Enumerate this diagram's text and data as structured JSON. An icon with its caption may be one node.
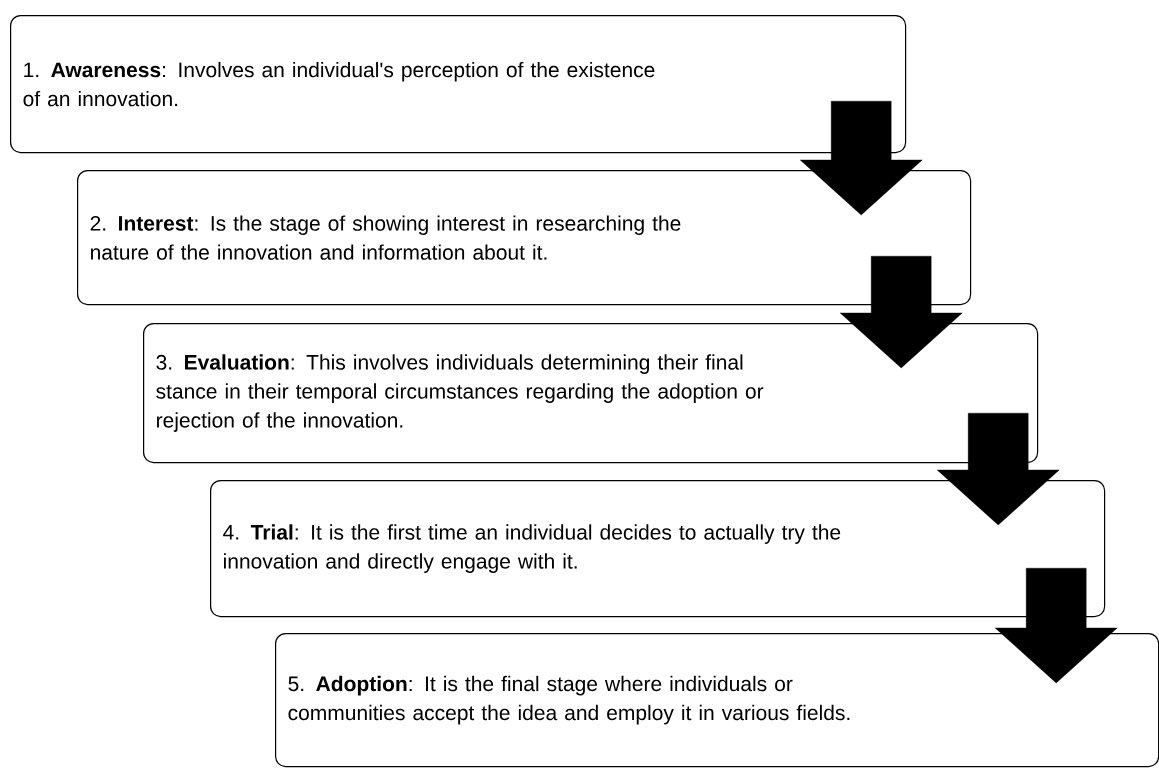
{
  "diagram": {
    "nodes": [
      {
        "text": [
          "1. **Awareness**: Involves an individual's perception of the existence of an innovation."
        ]
      },
      {
        "text": [
          "2. **Interest**: Is the stage of showing interest in researching the nature of the innovation and information about it."
        ]
      },
      {
        "text": [
          "3. **Evaluation**: This involves individuals determining their final stance in their temporal circumstances regarding the adoption or rejection of the innovation."
        ]
      },
      {
        "text": [
          "4. **Trial**: It is the first time an individual decides to actually try the innovation and directly engage with it."
        ]
      },
      {
        "text": [
          "5. **Adoption**: It is the final stage where individuals or communities accept the idea and employ it in various fields."
        ]
      }
    ],
    "edges": [
      {
        "from": 0,
        "to": 1,
        "arrow": "to"
      },
      {
        "from": 1,
        "to": 2,
        "arrow": "to"
      },
      {
        "from": 2,
        "to": 3,
        "arrow": "to"
      },
      {
        "from": 3,
        "to": 4,
        "arrow": "to"
      }
    ]
  }
}
